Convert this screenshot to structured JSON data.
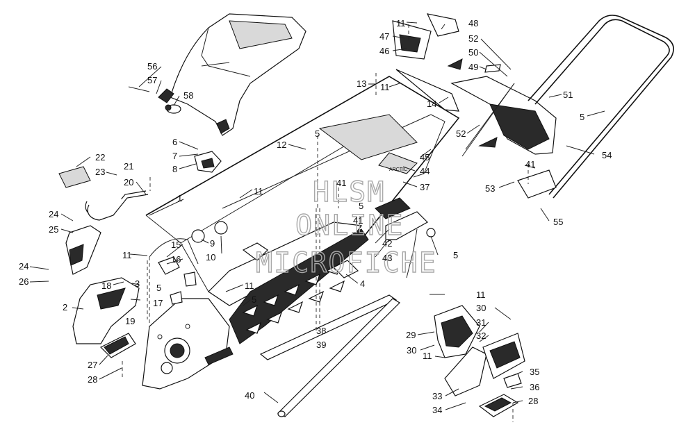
{
  "watermark": {
    "line1": "HLSM",
    "line2": "ONLINE",
    "line3": "MICROFICHE"
  },
  "callouts": [
    "1",
    "2",
    "3",
    "4",
    "5",
    "6",
    "7",
    "8",
    "9",
    "10",
    "11",
    "12",
    "13",
    "14",
    "15",
    "16",
    "17",
    "18",
    "19",
    "20",
    "21",
    "22",
    "23",
    "24",
    "25",
    "26",
    "27",
    "28",
    "29",
    "30",
    "31",
    "32",
    "33",
    "34",
    "35",
    "36",
    "37",
    "38",
    "39",
    "40",
    "41",
    "42",
    "43",
    "44",
    "45",
    "46",
    "47",
    "48",
    "49",
    "50",
    "51",
    "52",
    "53",
    "54",
    "55",
    "56",
    "57",
    "58"
  ]
}
